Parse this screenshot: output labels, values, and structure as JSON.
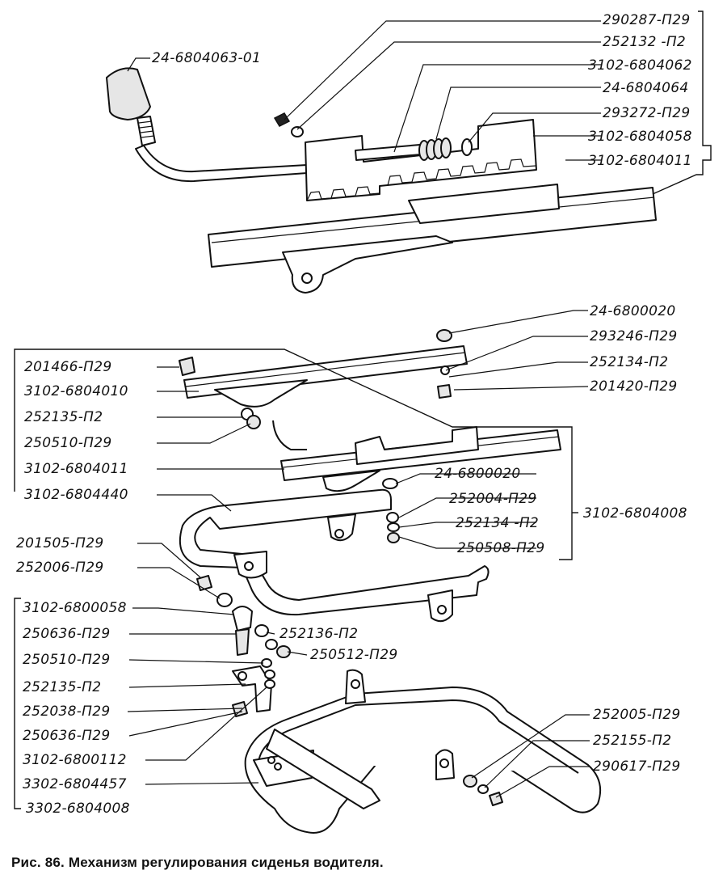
{
  "caption": "Рис. 86. Механизм регулирования сиденья водителя.",
  "labels": {
    "l1": "290287-П29",
    "l2": "252132 -П2",
    "l3": "3102-6804062",
    "l4": "24-6804064",
    "l5": "293272-П29",
    "l6": "3102-6804058",
    "l7": "3102-6804011",
    "l8": "24-6804063-01",
    "l9": "24-6800020",
    "l10": "293246-П29",
    "l11": "252134-П2",
    "l12": "201420-П29",
    "l13": "201466-П29",
    "l14": "3102-6804010",
    "l15": "252135-П2",
    "l16": "250510-П29",
    "l17": "3102-6804011",
    "l18": "3102-6804440",
    "l19": "24-6800020",
    "l20": "252004-П29",
    "l21": "252134 -П2",
    "l22": "250508-П29",
    "l23": "3102-6804008",
    "l24": "201505-П29",
    "l25": "252006-П29",
    "l26": "3102-6800058",
    "l27": "250636-П29",
    "l28": "250510-П29",
    "l29": "252135-П2",
    "l30": "252038-П29",
    "l31": "250636-П29",
    "l32": "3102-6800112",
    "l33": "3302-6804457",
    "l34": "3302-6804008",
    "l35": "252136-П2",
    "l36": "250512-П29",
    "l37": "252005-П29",
    "l38": "252155-П2",
    "l39": "290617-П29"
  }
}
